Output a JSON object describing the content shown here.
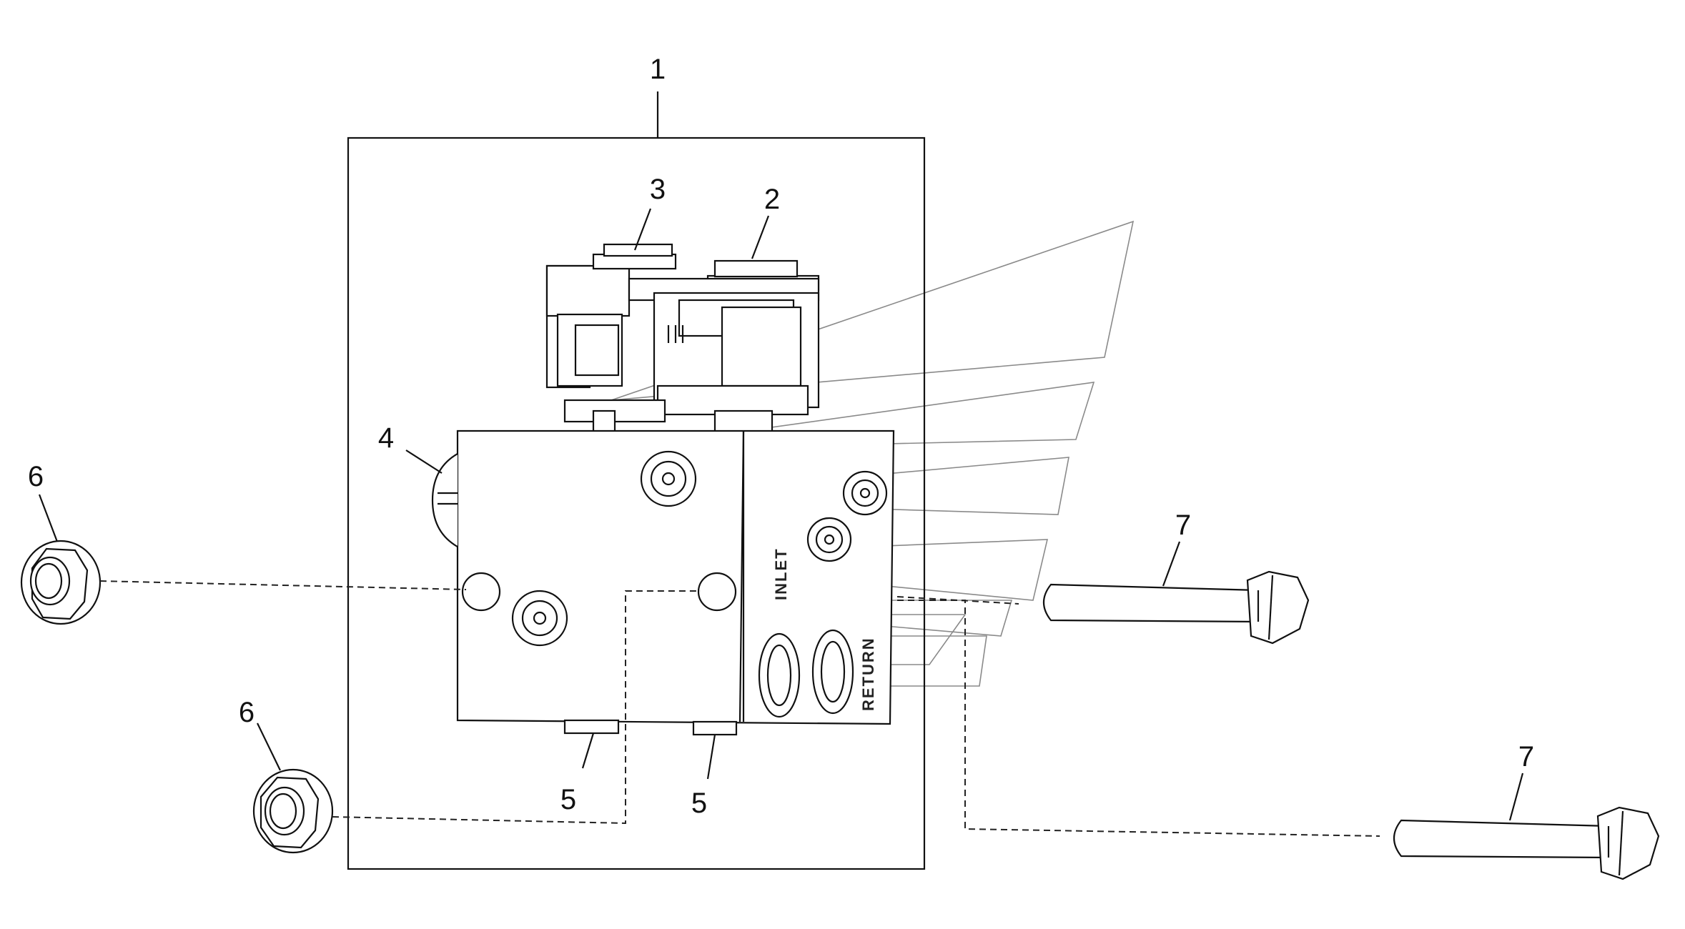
{
  "callouts": {
    "c1": "1",
    "c2": "2",
    "c3": "3",
    "c4": "4",
    "c5a": "5",
    "c5b": "5",
    "c6a": "6",
    "c6b": "6",
    "c7a": "7",
    "c7b": "7"
  },
  "ports": {
    "inlet": "INLET",
    "return": "RETURN"
  }
}
